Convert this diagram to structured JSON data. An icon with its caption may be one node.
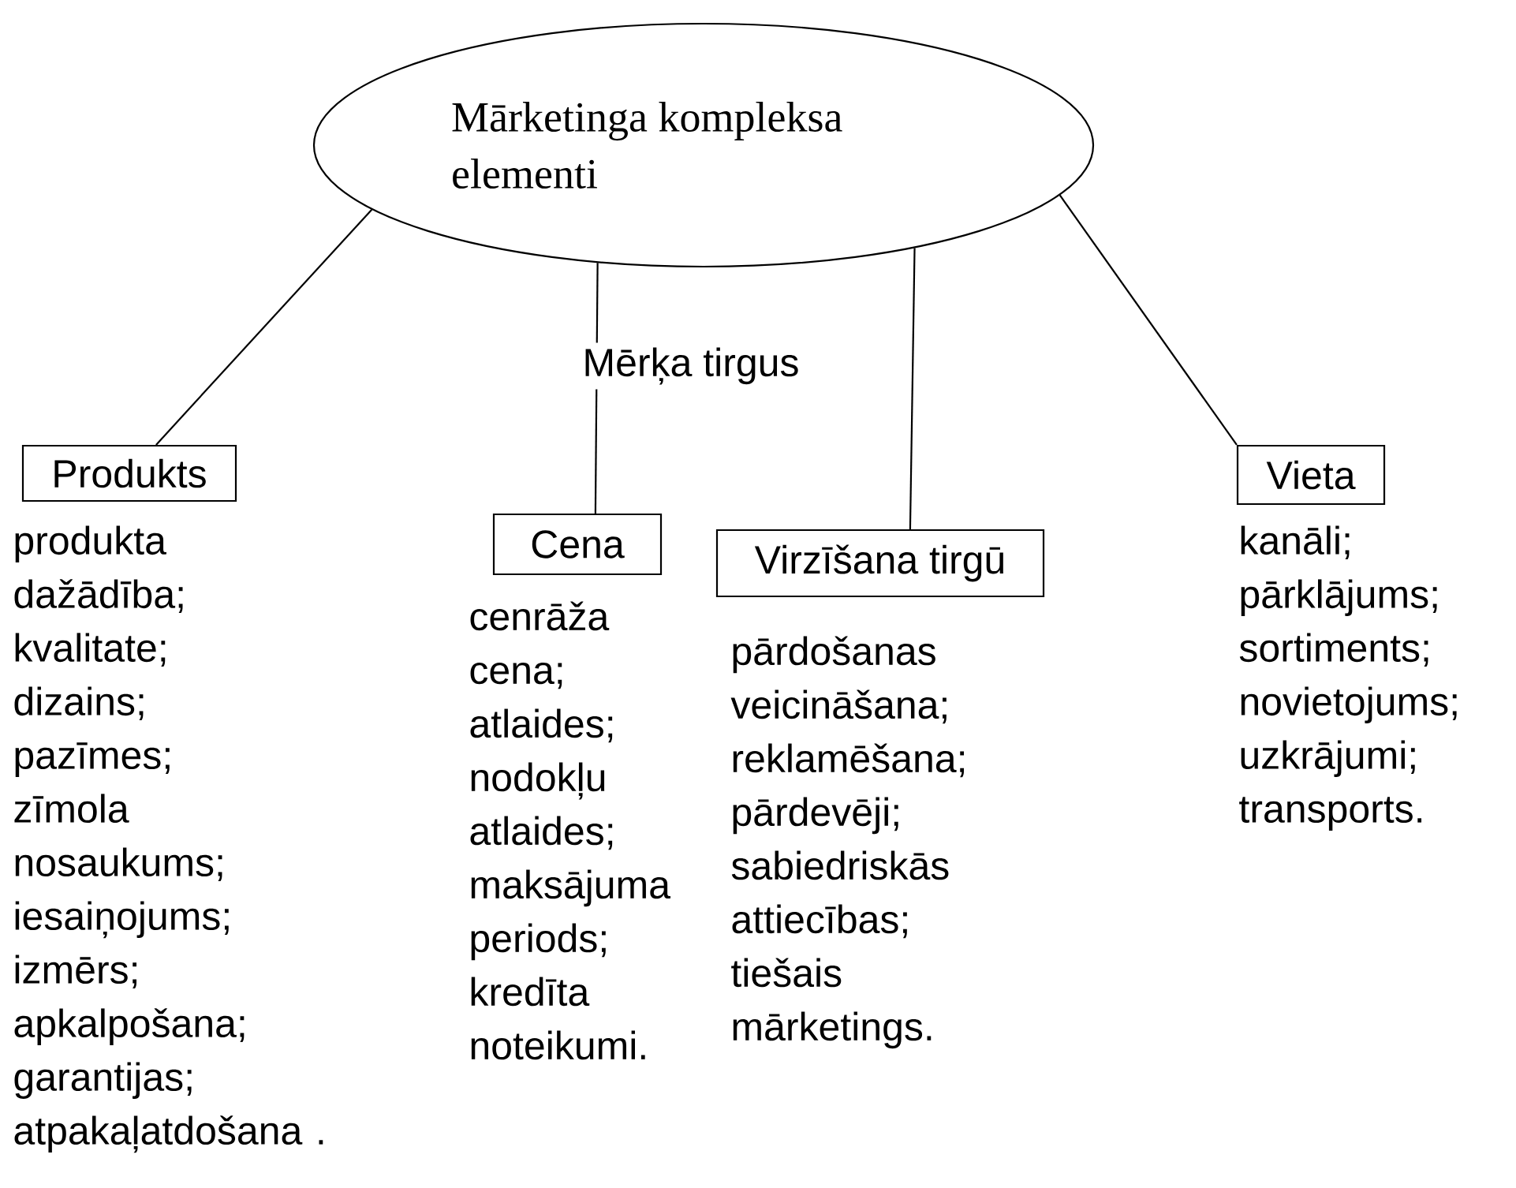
{
  "diagram": {
    "nodes": [
      {
        "text": [
          "Mārketinga kompleksa elementi"
        ]
      },
      {
        "text": [
          "Produkts"
        ],
        "beside": [
          "produkta dažādība;",
          "kvalitate;",
          "dizains;",
          "pazīmes;",
          "zīmola nosaukums;",
          "iesaiņojums;",
          "izmērs;",
          "apkalpošana;",
          "garantijas;",
          "atpakaļatdošana ."
        ]
      },
      {
        "text": [
          "Cena"
        ],
        "beside": [
          "cenrāža cena;",
          "atlaides;",
          "nodokļu atlaides;",
          "maksājuma periods;",
          "kredīta noteikumi."
        ]
      },
      {
        "text": [
          "Virzīšana tirgū"
        ],
        "beside": [
          "pārdošanas veicināšana;",
          "reklamēšana;",
          "pārdevēji;",
          "sabiedriskās attiecības;",
          "tiešais mārketings."
        ]
      },
      {
        "text": [
          "Vieta"
        ],
        "beside": [
          "kanāli;",
          "pārklājums;",
          "sortiments;",
          "novietojums;",
          "uzkrājumi;",
          "transports."
        ]
      }
    ],
    "edges": [
      {
        "from": 0,
        "to": 1,
        "arrow": "none"
      },
      {
        "from": 0,
        "to": 2,
        "arrow": "none",
        "label": "Mērķa tirgus"
      },
      {
        "from": 0,
        "to": 3,
        "arrow": "none"
      },
      {
        "from": 0,
        "to": 4,
        "arrow": "none"
      }
    ]
  }
}
